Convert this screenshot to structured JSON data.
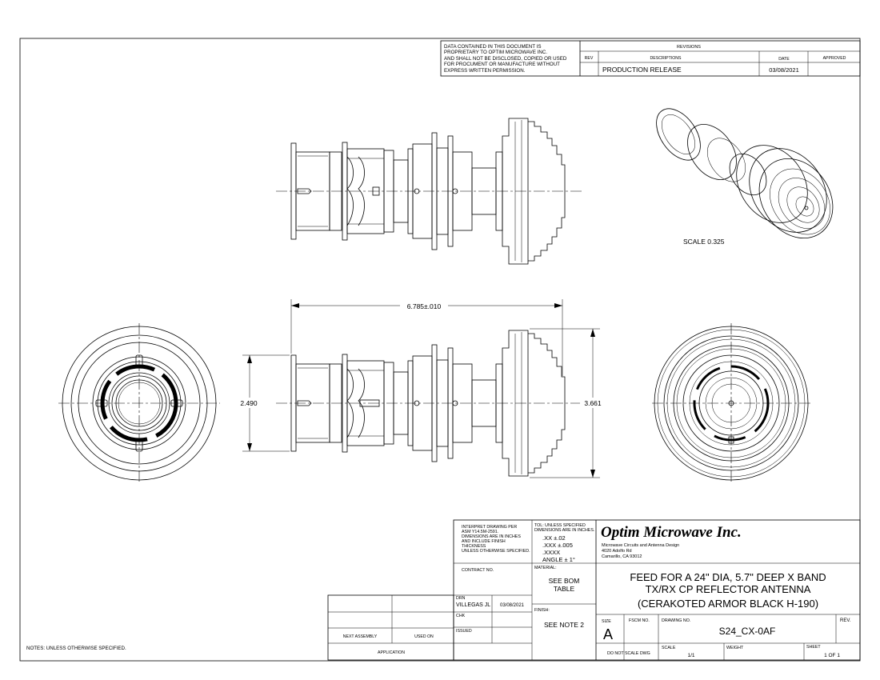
{
  "proprietary": {
    "lines": [
      "DATA CONTAINED IN THIS DOCUMENT IS",
      "PROPRIETARY TO OPTIM MICROWAVE INC.",
      "AND SHALL NOT BE DISCLOSED, COPIED OR USED",
      "FOR PROCUMENT OR MANUFACTURE WITHOUT",
      "EXPRESS WRITTEN PERMISSION."
    ]
  },
  "revisions": {
    "title": "REVISIONS",
    "headers": {
      "rev": "REV",
      "descriptions": "DESCRIPTIONS",
      "date": "DATE",
      "approved": "APPROVED"
    },
    "rows": [
      {
        "rev": "",
        "description": "PRODUCTION RELEASE",
        "date": "03/08/2021",
        "approved": ""
      }
    ]
  },
  "iso_view": {
    "scale_label": "SCALE  0.325"
  },
  "dimensions": {
    "length": "6.785±.010",
    "flange_height": "2.490",
    "dish_height": "3.661"
  },
  "notes": "NOTES: UNLESS OTHERWISE SPECIFIED.",
  "title_block": {
    "next_assembly": "NEXT ASSEMBLY",
    "used_on": "USED ON",
    "application": "APPLICATION",
    "interpret_lines": [
      "INTERPRET DRAWING PER",
      "ASM Y14.5M-2591.",
      "DIMENSIONS ARE IN INCHES",
      "AND INCLUDE FINISH",
      "THICKNESS",
      "UNLESS OTHERWISE SPECIFIED."
    ],
    "tol_lines": [
      "TOL: UNLESS SPECIFIED",
      "DIMENSIONS ARE IN INCHES."
    ],
    "tol_values": [
      ".XX  ±.02",
      ".XXX  ±.005",
      ".XXXX",
      "ANGLE ± 1°"
    ],
    "company_name": "Optim Microwave Inc.",
    "company_lines": [
      "Microwave Circuits and Antenna Design",
      "4020 Adolfo Rd",
      "Camarillo, CA 93012"
    ],
    "contract_no_label": "CONTRACT NO.",
    "material_label": "MATERIAL:",
    "material_value_1": "SEE BOM",
    "material_value_2": "TABLE",
    "finish_label": "FINISH:",
    "finish_value": "SEE NOTE 2",
    "drn_label": "DRN",
    "drn_name": "VILLEGAS JL",
    "drn_date": "03/08/2021",
    "chk_label": "CHK",
    "issued_label": "ISSUED",
    "title_lines": [
      "FEED FOR A 24\" DIA, 5.7\" DEEP X BAND",
      "TX/RX CP REFLECTOR ANTENNA",
      "(CERAKOTED ARMOR BLACK H-190)"
    ],
    "size_label": "SIZE",
    "size_value": "A",
    "fscm_label": "FSCM NO.",
    "drawing_no_label": "DRAWING NO.",
    "drawing_no": "S24_CX-0AF",
    "rev_label": "REV.",
    "do_not_scale": "DO NOT SCALE DWG",
    "scale_label": "SCALE",
    "scale_value": "1/1",
    "weight_label": "WEIGHT",
    "sheet_label": "SHEET",
    "sheet_value": "1 OF 1"
  }
}
